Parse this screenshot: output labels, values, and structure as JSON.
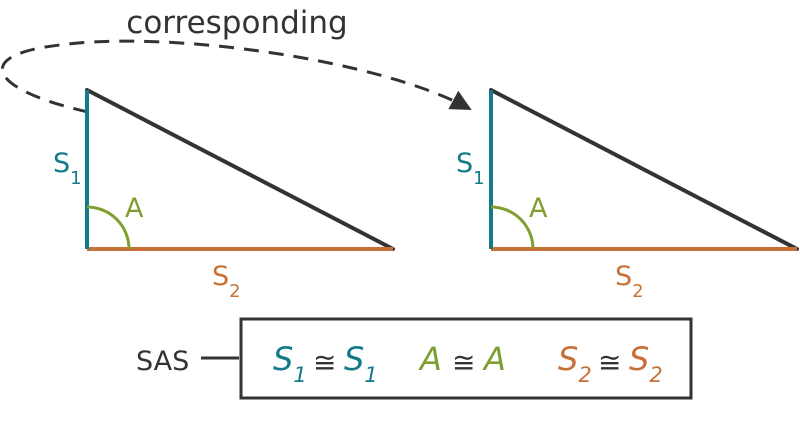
{
  "annotation": {
    "corresponding": "corresponding"
  },
  "colors": {
    "side1": "#137A8C",
    "side2": "#C87137",
    "angle": "#7FA030",
    "ink": "#333333"
  },
  "triangles": [
    {
      "side1_letter": "S",
      "side1_sub": "1",
      "side2_letter": "S",
      "side2_sub": "2",
      "angle": "A"
    },
    {
      "side1_letter": "S",
      "side1_sub": "1",
      "side2_letter": "S",
      "side2_sub": "2",
      "angle": "A"
    }
  ],
  "statement": {
    "label": "SAS",
    "s_letter": "S",
    "sub1": "1",
    "sub2": "2",
    "angle_letter": "A",
    "congruent": "≅"
  }
}
